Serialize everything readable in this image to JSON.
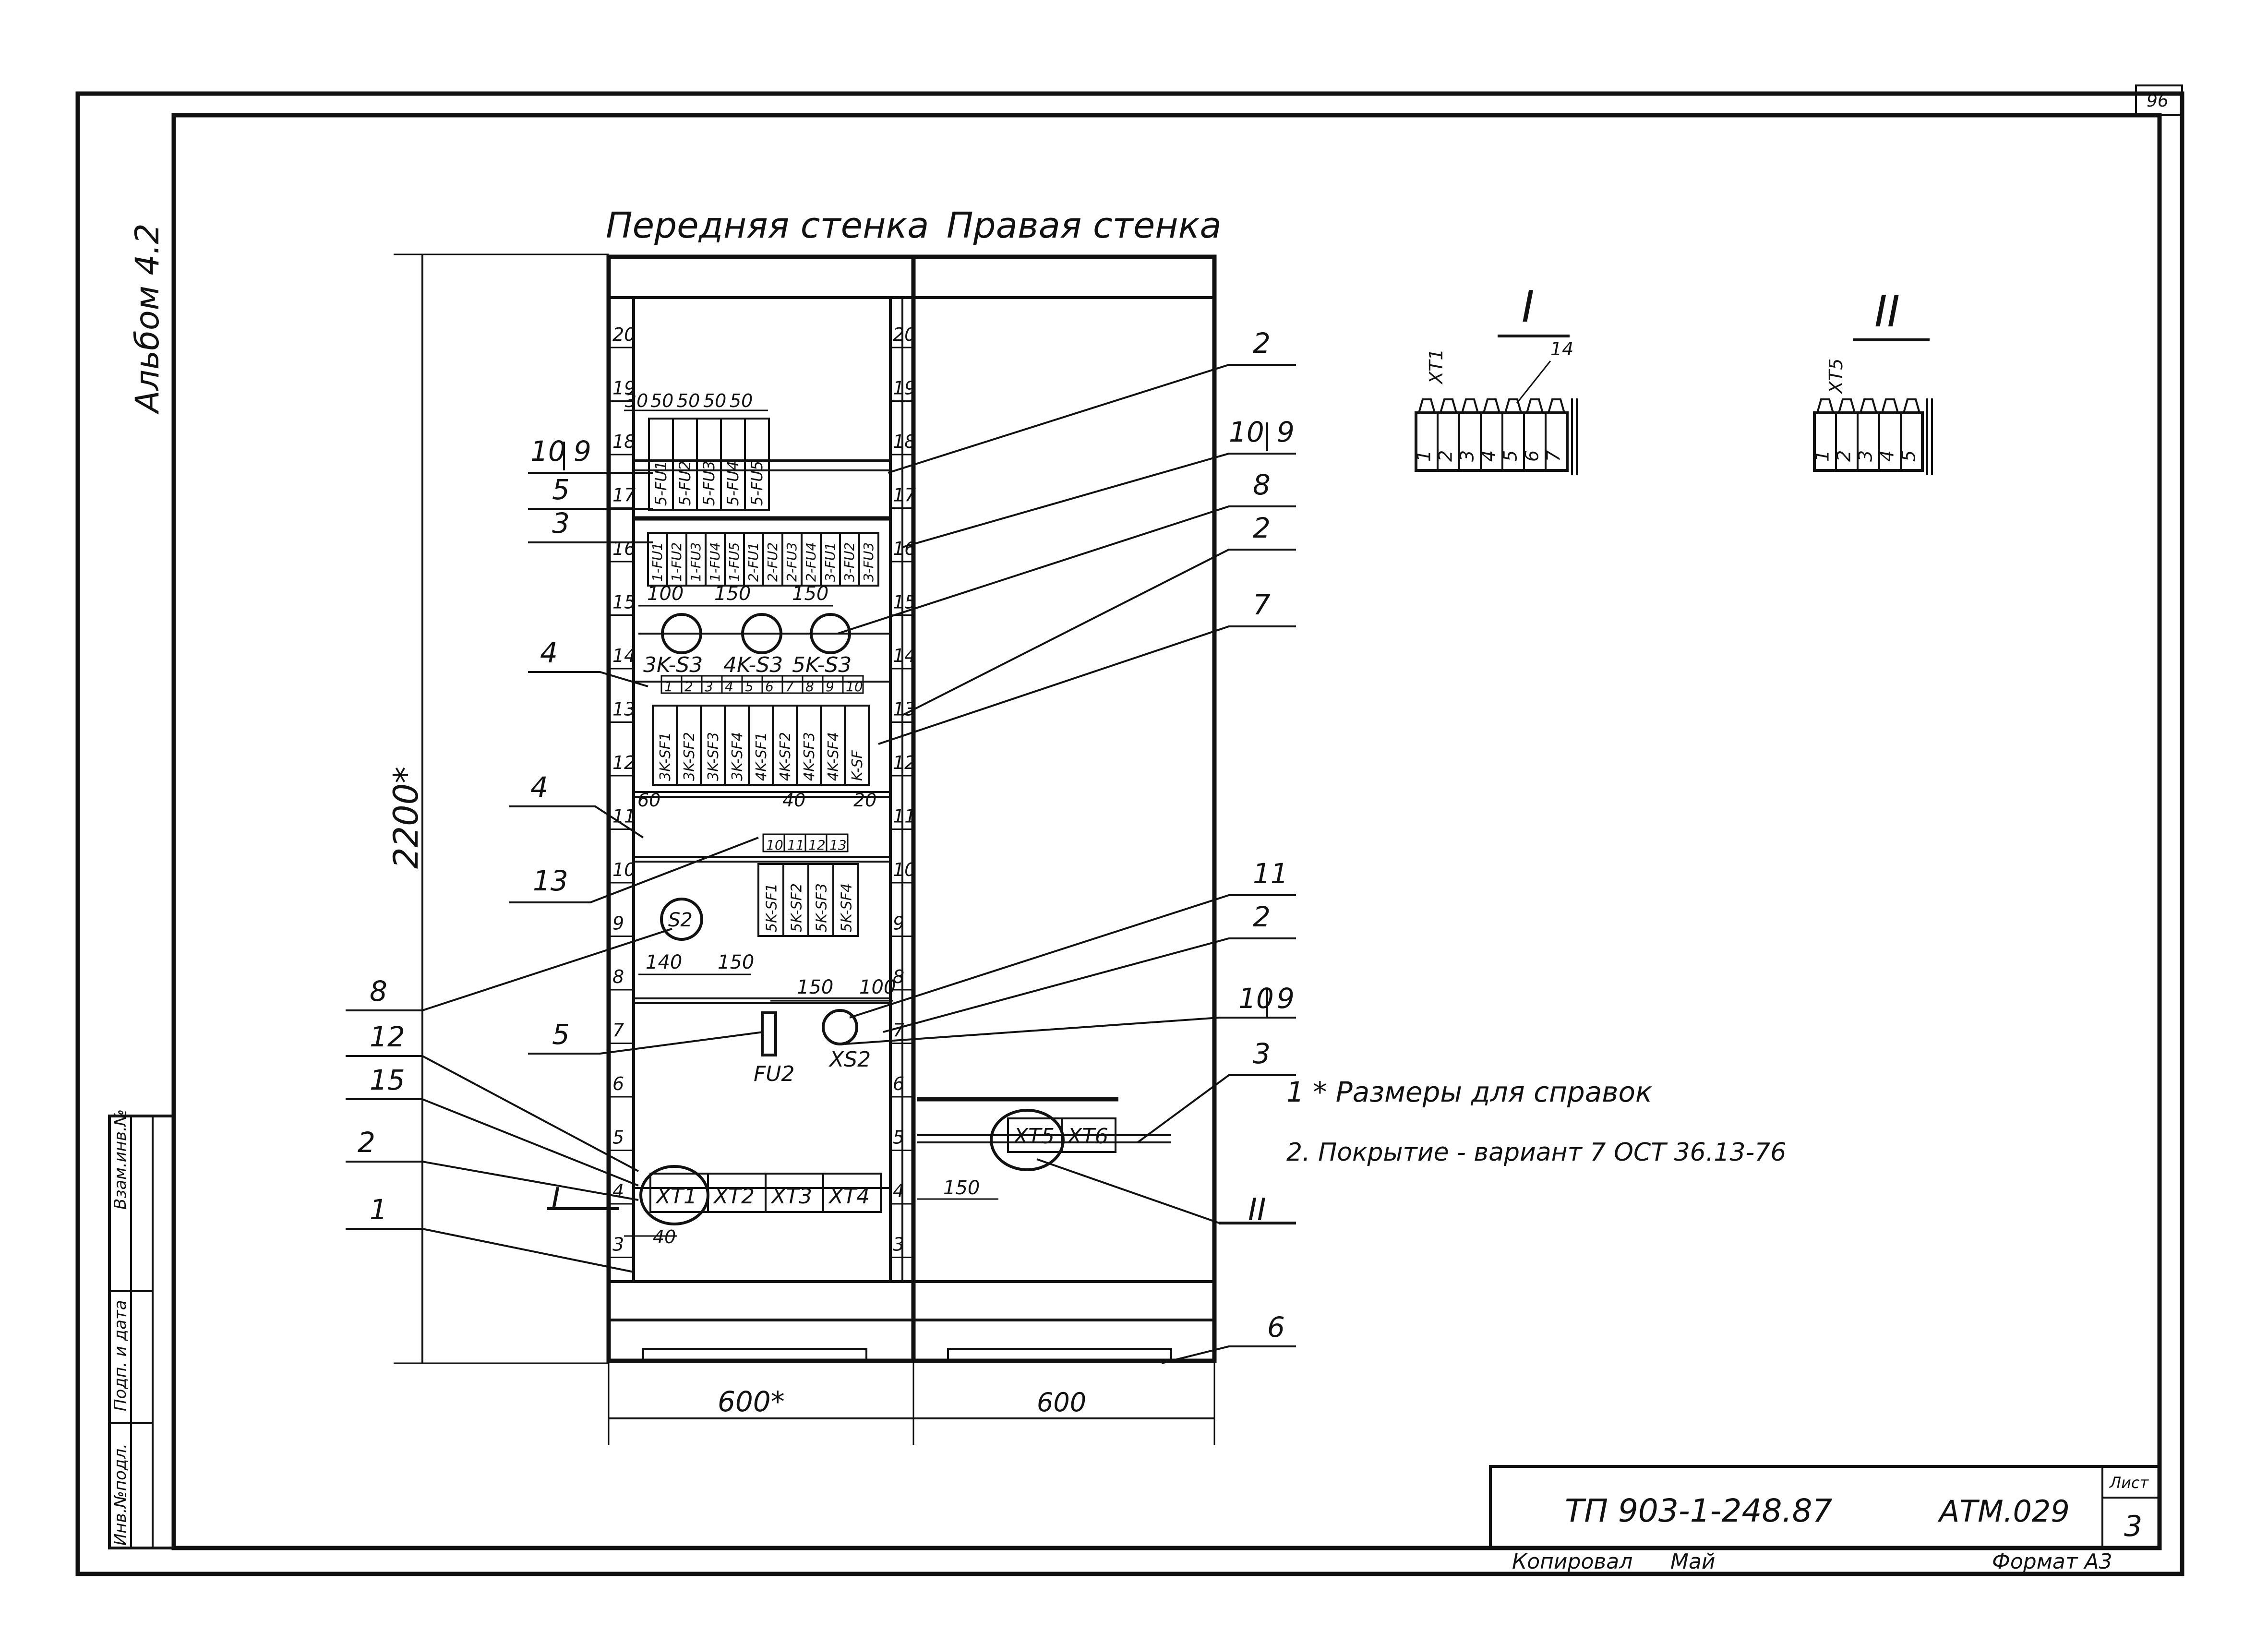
{
  "page_number": "96",
  "album": "Альбом 4.2",
  "headers": {
    "front": "Передняя стенка",
    "right": "Правая стенка"
  },
  "dims": {
    "height": "2200*",
    "width_front": "600*",
    "width_right": "600",
    "fuse_spacing": [
      "30",
      "50",
      "50",
      "50",
      "50"
    ],
    "switch_top": [
      "100",
      "150",
      "150"
    ],
    "gap_60": "60",
    "gap_40": "40",
    "gap_20": "20",
    "s2_spacing": [
      "140",
      "150"
    ],
    "socket_spacing": [
      "150",
      "100"
    ],
    "xt_left": "40",
    "xt_right": "150"
  },
  "rail_numbers": [
    "20",
    "19",
    "18",
    "17",
    "16",
    "15",
    "14",
    "13",
    "12",
    "11",
    "10",
    "9",
    "8",
    "7",
    "6",
    "5",
    "4",
    "3"
  ],
  "fuses_top": [
    "5-FU1",
    "5-FU2",
    "5-FU3",
    "5-FU4",
    "5-FU5"
  ],
  "fuses_row": [
    "1-FU1",
    "1-FU2",
    "1-FU3",
    "1-FU4",
    "1-FU5",
    "2-FU1",
    "2-FU2",
    "2-FU3",
    "2-FU4",
    "3-FU1",
    "3-FU2",
    "3-FU3"
  ],
  "switches": [
    "3K-S3",
    "4K-S3",
    "5K-S3"
  ],
  "terminal_row1": [
    "1",
    "2",
    "3",
    "4",
    "5",
    "6",
    "7",
    "8",
    "9",
    "10"
  ],
  "breakers_1": [
    "3K-SF1",
    "3K-SF2",
    "3K-SF3",
    "3K-SF4",
    "4K-SF1",
    "4K-SF2",
    "4K-SF3",
    "4K-SF4",
    "K-SF"
  ],
  "terminal_row2": [
    "10",
    "11",
    "12",
    "13"
  ],
  "breakers_2": [
    "5K-SF1",
    "5K-SF2",
    "5K-SF3",
    "5K-SF4"
  ],
  "s2_label": "S2",
  "fu2_label": "FU2",
  "xs2_label": "XS2",
  "terminal_blocks_front": [
    "XT1",
    "XT2",
    "XT3",
    "XT4"
  ],
  "terminal_blocks_right": [
    "XT5",
    "XT6"
  ],
  "callouts_left": [
    "10",
    "9",
    "5",
    "3",
    "4",
    "4",
    "13",
    "8",
    "12",
    "15",
    "5",
    "2",
    "1"
  ],
  "callouts_right": [
    "2",
    "10",
    "9",
    "8",
    "2",
    "7",
    "11",
    "2",
    "10",
    "9",
    "3",
    "6"
  ],
  "views": {
    "I": {
      "title": "I",
      "block": "XT1",
      "pos": "14",
      "cells": [
        "1",
        "2",
        "3",
        "4",
        "5",
        "6",
        "7"
      ]
    },
    "II": {
      "title": "II",
      "block": "XT5",
      "cells": [
        "1",
        "2",
        "3",
        "4",
        "5"
      ]
    }
  },
  "view_mark_I": "I",
  "view_mark_II": "II",
  "notes": [
    "1 * Размеры для справок",
    "2. Покрытие - вариант 7 ОСТ 36.13-76"
  ],
  "side_stamp": [
    "Инв.№подл.",
    "Подп. и дата",
    "Взам.инв.№"
  ],
  "title_block": {
    "doc": "ТП 903-1-248.87",
    "code": "АТМ.029",
    "sheet_label": "Лист",
    "sheet": "3",
    "copied": "Копировал",
    "signature": "Май",
    "format": "Формат А3"
  }
}
